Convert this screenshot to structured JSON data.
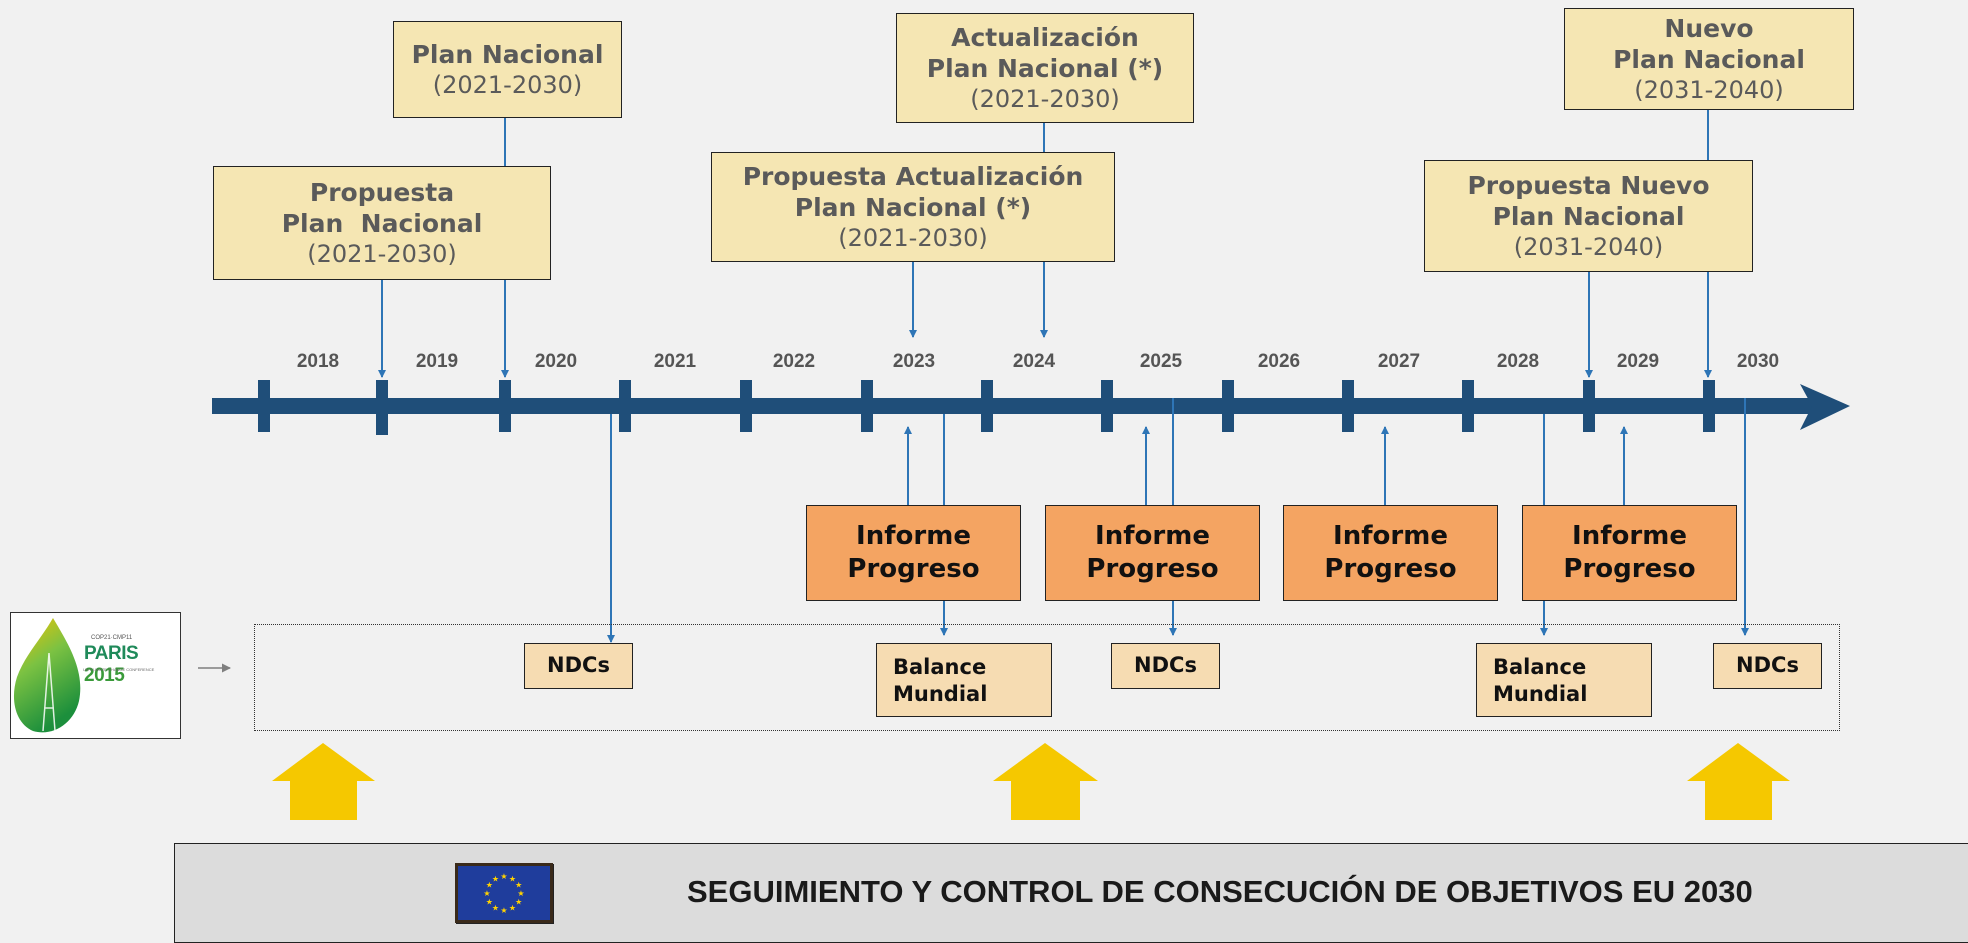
{
  "timeline": {
    "years": [
      "2018",
      "2019",
      "2020",
      "2021",
      "2022",
      "2023",
      "2024",
      "2025",
      "2026",
      "2027",
      "2028",
      "2029",
      "2030"
    ]
  },
  "plans": {
    "propuesta_plan_nacional": {
      "line1": "Propuesta",
      "line2": "Plan  Nacional",
      "period": "(2021-2030)"
    },
    "plan_nacional": {
      "line1": "Plan Nacional",
      "period": "(2021-2030)"
    },
    "propuesta_actualizacion": {
      "line1": "Propuesta Actualización",
      "line2": "Plan Nacional (*)",
      "period": "(2021-2030)"
    },
    "actualizacion": {
      "line1": "Actualización",
      "line2": "Plan Nacional (*)",
      "period": "(2021-2030)"
    },
    "propuesta_nuevo": {
      "line1": "Propuesta Nuevo",
      "line2": "Plan Nacional",
      "period": "(2031-2040)"
    },
    "nuevo": {
      "line1": "Nuevo",
      "line2": "Plan Nacional",
      "period": "(2031-2040)"
    }
  },
  "informes": [
    {
      "line1": "Informe",
      "line2": "Progreso"
    },
    {
      "line1": "Informe",
      "line2": "Progreso"
    },
    {
      "line1": "Informe",
      "line2": "Progreso"
    },
    {
      "line1": "Informe",
      "line2": "Progreso"
    }
  ],
  "paris_events": [
    {
      "line1": "NDCs"
    },
    {
      "line1": "Balance",
      "line2": "Mundial"
    },
    {
      "line1": "NDCs"
    },
    {
      "line1": "Balance",
      "line2": "Mundial"
    },
    {
      "line1": "NDCs"
    }
  ],
  "paris_logo": {
    "small_text": "COP21·CMP11",
    "title": "PARIS",
    "year": "2015",
    "subtitle": "UN CLIMATE CHANGE CONFERENCE"
  },
  "banner": {
    "title": "SEGUIMIENTO Y CONTROL DE CONSECUCIÓN DE OBJETIVOS EU 2030"
  },
  "colors": {
    "axis": "#1f4e79",
    "connector": "#2e75b6",
    "plan_fill": "#f5e6b3",
    "informe_fill": "#f4a462",
    "event_fill": "#f6dcb2",
    "up_arrow": "#f5c800",
    "eu_blue": "#1f3d9c",
    "eu_star": "#ffd200"
  }
}
